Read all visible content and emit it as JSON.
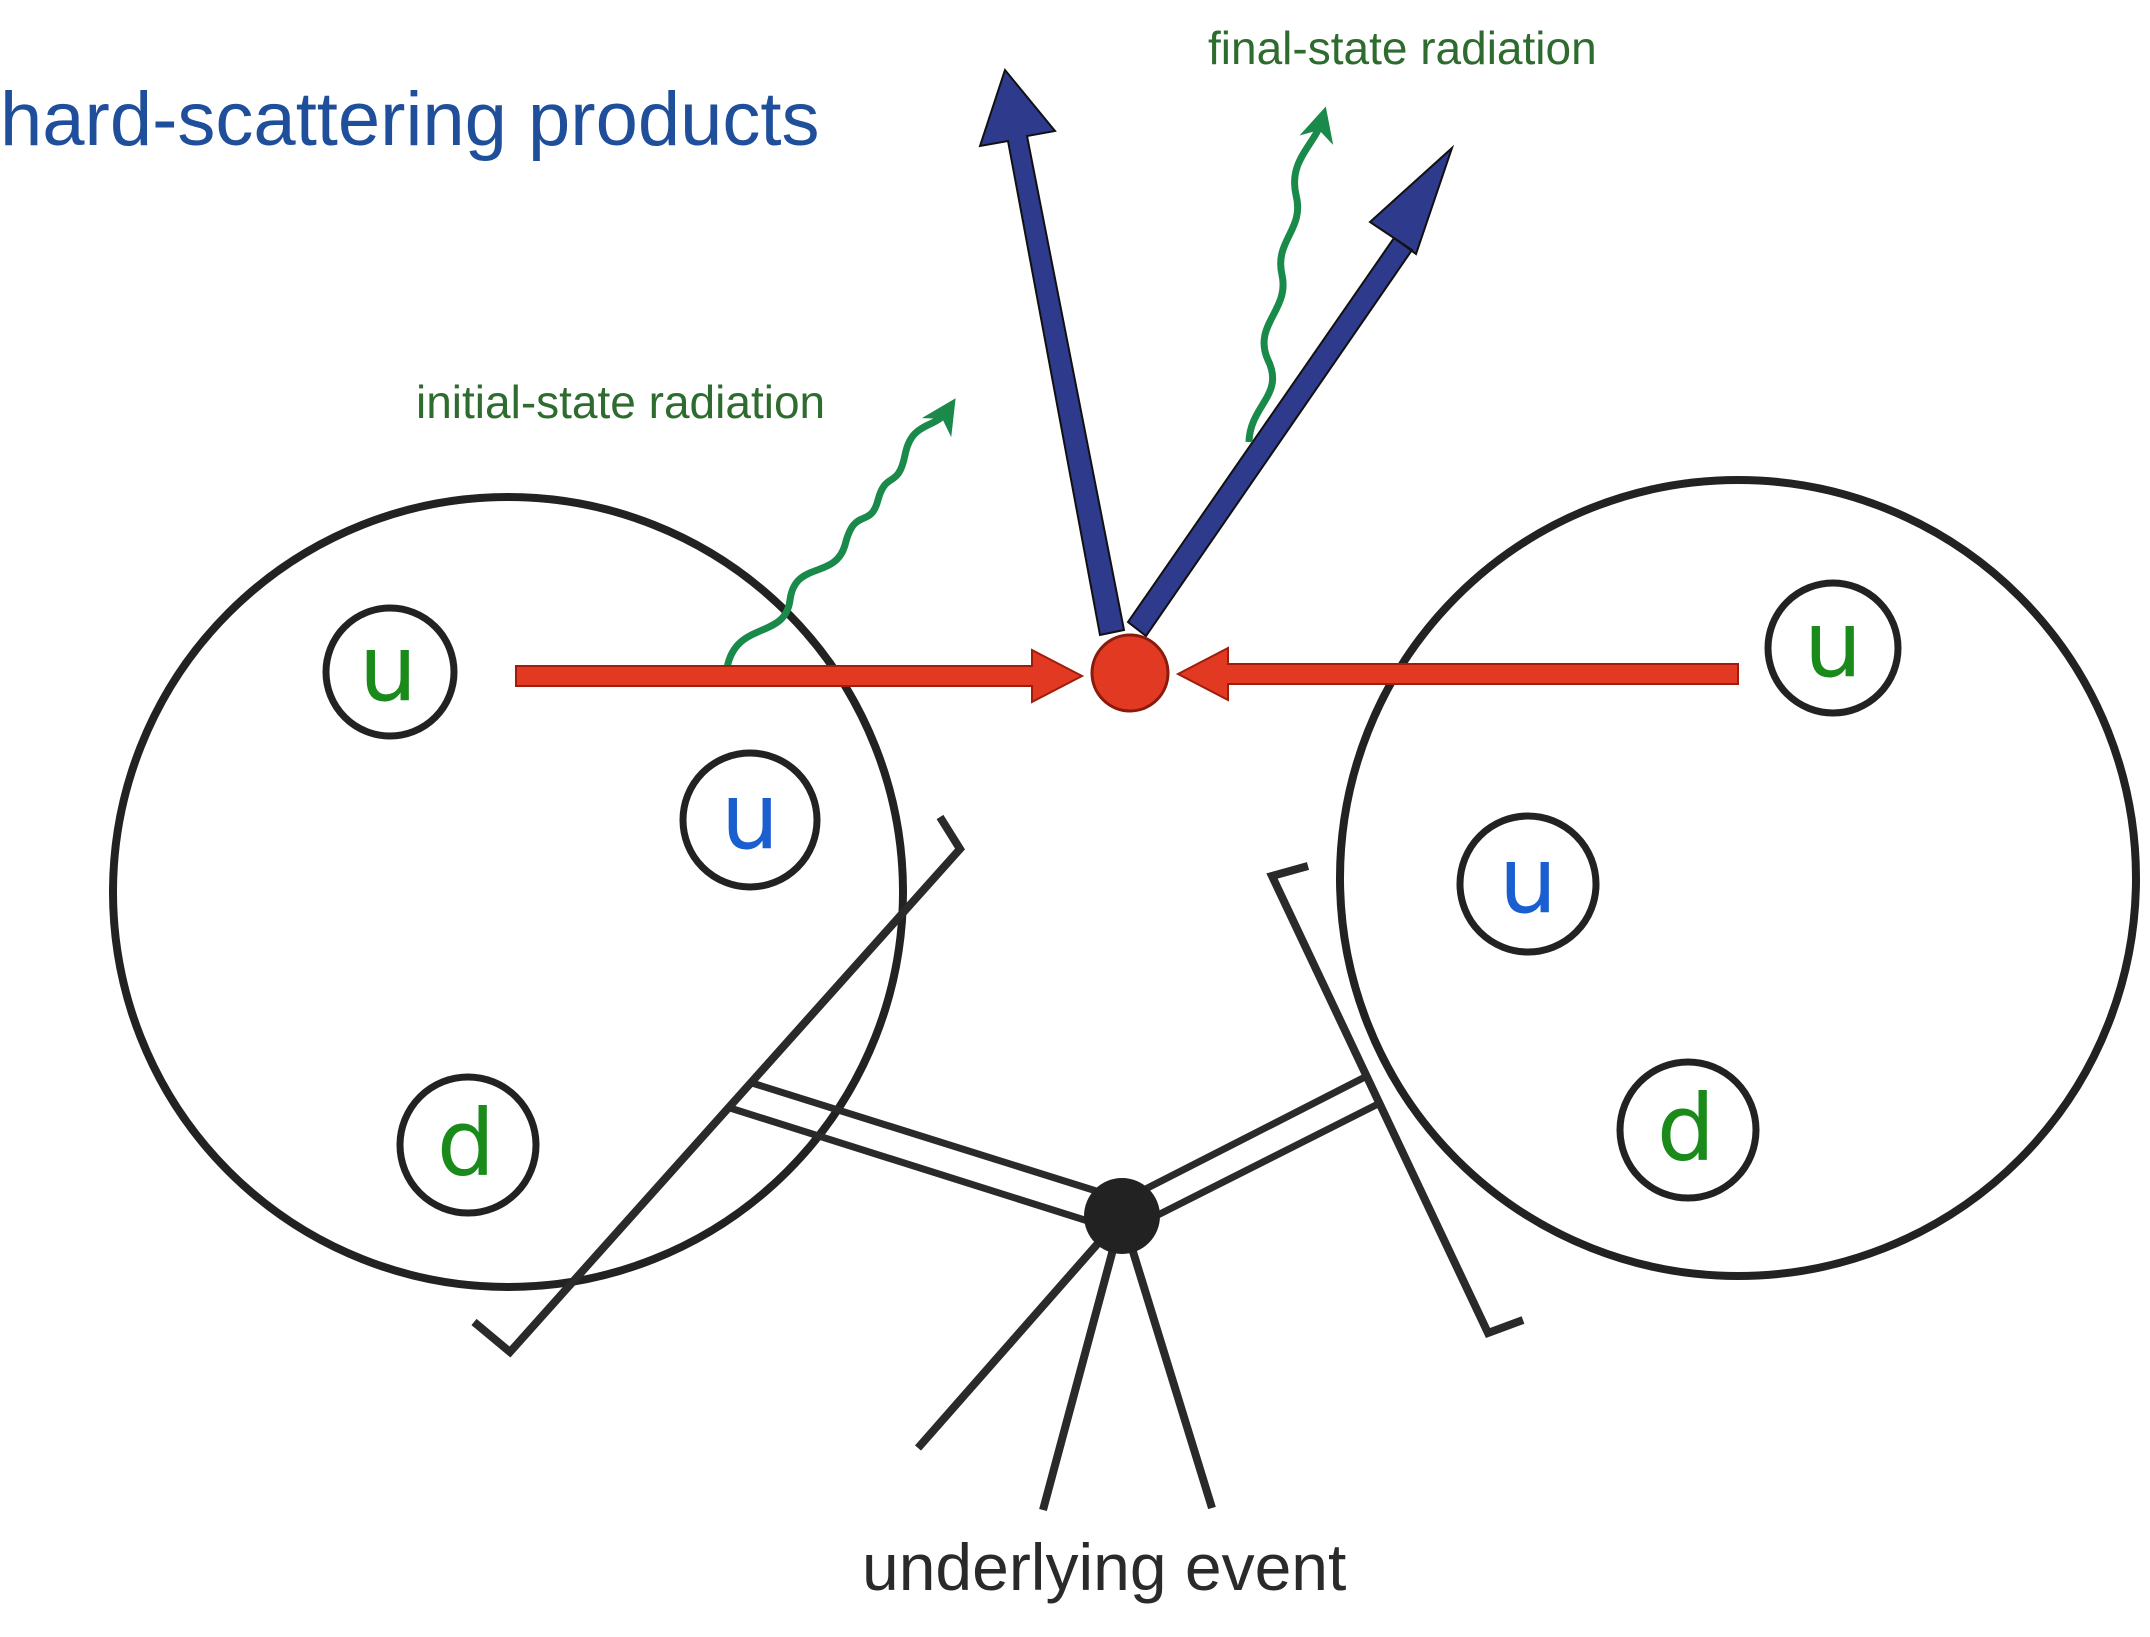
{
  "labels": {
    "hard_scattering": "hard-scattering products",
    "final_state": "final-state radiation",
    "initial_state": "initial-state radiation",
    "underlying": "underlying event"
  },
  "left_proton": {
    "quarks": [
      {
        "label": "u",
        "color": "green"
      },
      {
        "label": "u",
        "color": "blue"
      },
      {
        "label": "d",
        "color": "green"
      }
    ]
  },
  "right_proton": {
    "quarks": [
      {
        "label": "u",
        "color": "green"
      },
      {
        "label": "u",
        "color": "blue"
      },
      {
        "label": "d",
        "color": "green"
      }
    ]
  },
  "colors": {
    "hard_scattering": "#1f4e9a",
    "products_arrow": "#2e3a8c",
    "radiation": "#1a8a4a",
    "radiation_label": "#2e6b2e",
    "parton": "#e23a22",
    "quark_green": "#1a8a1a",
    "quark_blue": "#1a5fd0",
    "outline": "#222222"
  }
}
